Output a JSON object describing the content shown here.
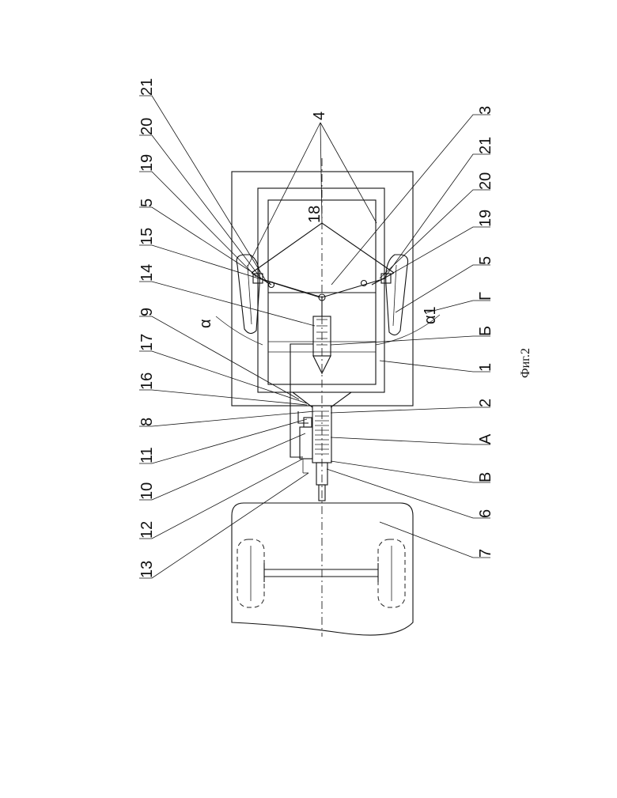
{
  "figure": {
    "caption": "Фиг.2",
    "angle_labels": {
      "alpha": "α",
      "alpha1": "α1"
    },
    "labels_left": [
      "21",
      "20",
      "19",
      "5",
      "15",
      "14",
      "9",
      "17",
      "16",
      "8",
      "11",
      "10",
      "12",
      "13"
    ],
    "labels_right": [
      "4",
      "3",
      "21",
      "20",
      "19",
      "5",
      "Г",
      "Б",
      "1",
      "2",
      "А",
      "В",
      "6",
      "7"
    ],
    "label_center": "18"
  }
}
